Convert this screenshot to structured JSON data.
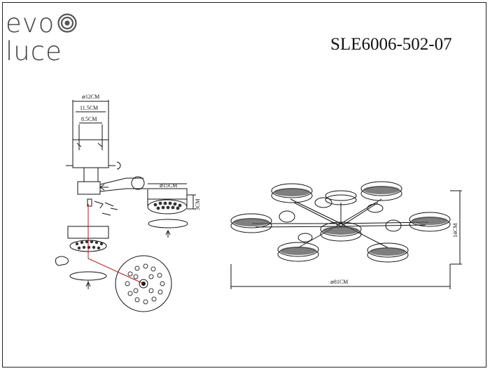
{
  "brand": {
    "line1": "evo",
    "line2": "luce"
  },
  "model": "SLE6006-502-07",
  "dimensions": {
    "d_top": "⌀12CM",
    "w_mid": "11.5CM",
    "w_inner": "8.5CM",
    "d_lamp": "⌀15CM",
    "h_lamp": "3CM",
    "h_total": "14CM",
    "d_total": "⌀81CM"
  }
}
